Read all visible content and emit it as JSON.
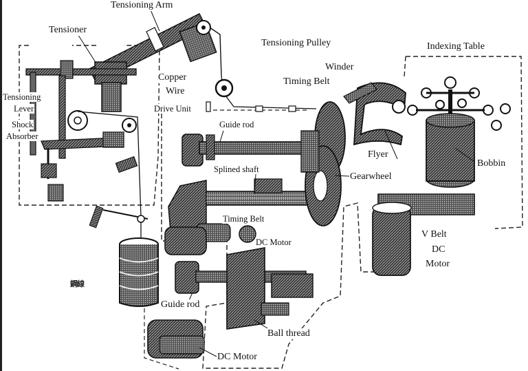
{
  "labels": {
    "tensioning_arm": "Tensioning Arm",
    "tensioner": "Tensioner",
    "tensioning_pulley": "Tensioning Pulley",
    "indexing_table": "Indexing Table",
    "winder": "Winder",
    "copper": "Copper",
    "wire": "Wire",
    "timing_belt_top": "Timing Belt",
    "tensioning": "Tensioning",
    "lever": "Lever",
    "shock": "Shock",
    "absorber": "Absorber",
    "drive_unit": "Drive Unit",
    "guide_rod_top": "Guide rod",
    "flyer": "Flyer",
    "bobbin": "Bobbin",
    "splined_shaft": "Splined shaft",
    "gearwheel": "Gearwheel",
    "timing_belt_mid": "Timing Belt",
    "v_belt": "V Belt",
    "dc_1": "DC",
    "motor_1": "Motor",
    "dc_motor_mid": "DC Motor",
    "guide_rod_bottom": "Guide rod",
    "ball_thread": "Ball thread",
    "dc_motor_bottom": "DC Motor",
    "spring_glyph": "鋼線"
  }
}
